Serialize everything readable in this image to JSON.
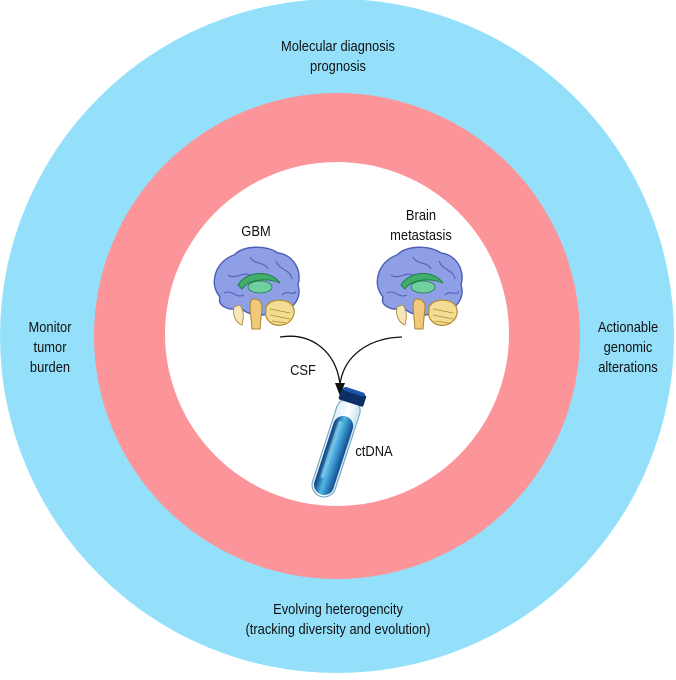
{
  "rings": {
    "outer_color": "#94e0fb",
    "middle_color": "#fc959a",
    "inner_color": "#ffffff"
  },
  "outer_labels": {
    "top": [
      "Molecular diagnosis",
      "prognosis"
    ],
    "left": [
      "Monitor",
      "tumor",
      "burden"
    ],
    "right": [
      "Actionable",
      "genomic",
      "alterations"
    ],
    "bottom": [
      "Evolving heterogencity",
      "(tracking diversity and evolution)"
    ]
  },
  "center": {
    "brain_left_label": "GBM",
    "brain_right_label": [
      "Brain",
      "metastasis"
    ],
    "arrow_label": "CSF",
    "tube_label": "ctDNA"
  },
  "icons": [
    "brain-icon",
    "brain-icon",
    "test-tube-icon",
    "curved-arrow-icon"
  ]
}
